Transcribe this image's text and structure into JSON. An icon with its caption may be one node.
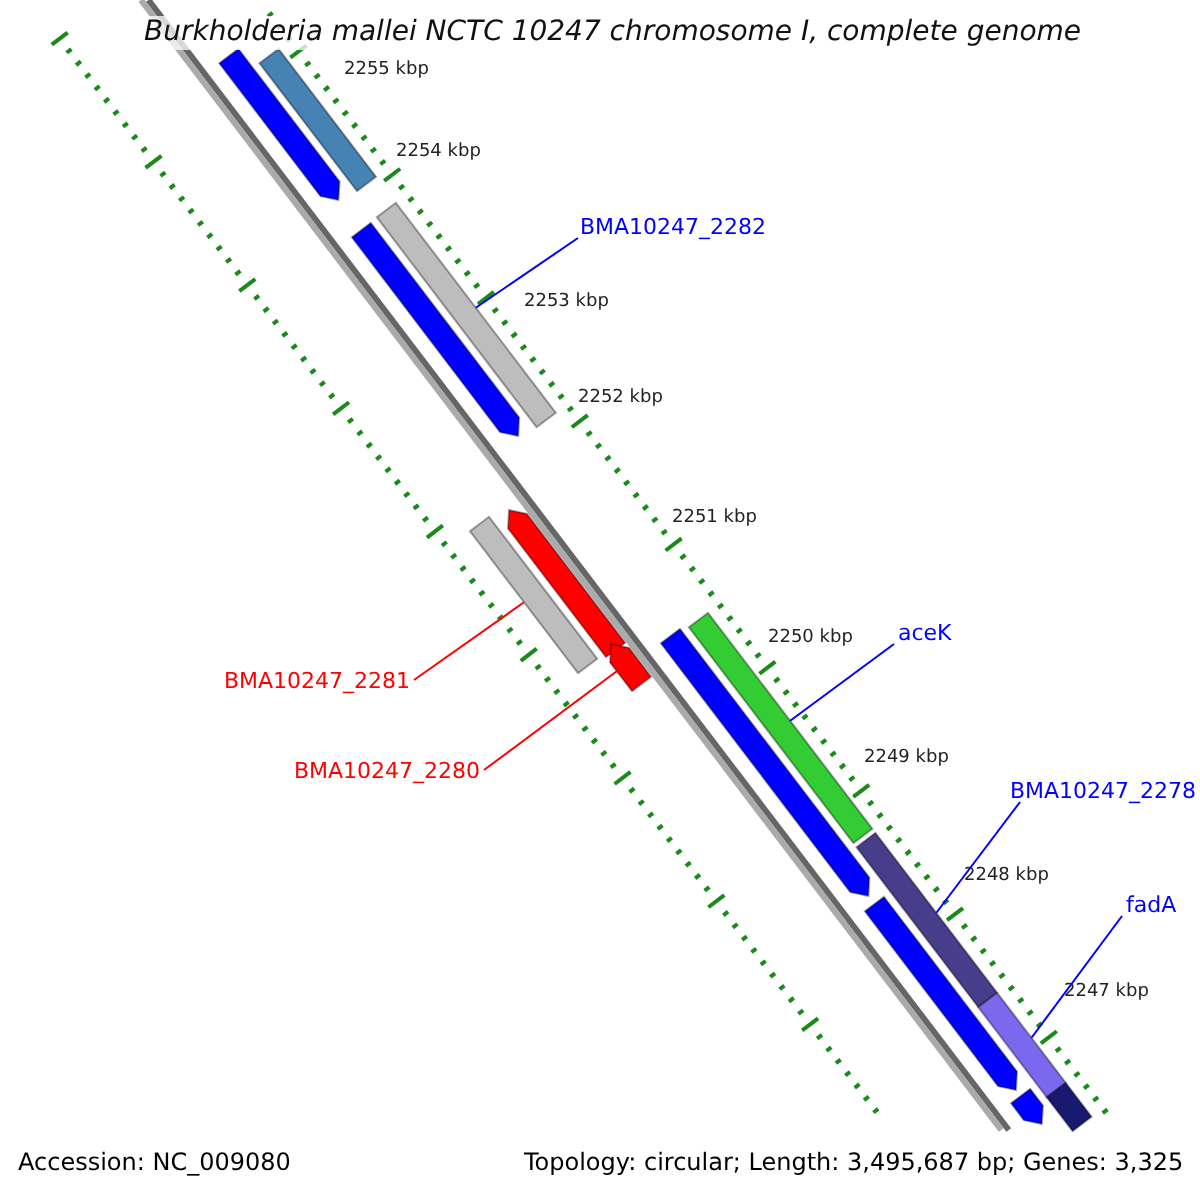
{
  "diagram": {
    "title": "Burkholderia mallei NCTC 10247 chromosome I, complete genome",
    "nodes": [
      {
        "text": [
          "BMA10247_2282"
        ]
      },
      {
        "text": [],
        "shape": "bar"
      },
      {
        "text": [
          "BMA10247_2281"
        ]
      },
      {
        "text": [],
        "shape": "bar"
      },
      {
        "text": [
          "aceK"
        ]
      },
      {
        "text": [],
        "shape": "bar"
      },
      {
        "text": [
          "BMA10247_2280"
        ]
      },
      {
        "text": [],
        "shape": "bar"
      },
      {
        "text": [
          "BMA10247_2278"
        ]
      },
      {
        "text": [],
        "shape": "bar"
      },
      {
        "text": [
          "fadA"
        ]
      },
      {
        "text": [],
        "shape": "bar"
      },
      {
        "text": [],
        "shape": "bar"
      },
      {
        "text": [],
        "shape": "bar"
      },
      {
        "text": [],
        "shape": "bar"
      },
      {
        "text": [],
        "shape": "bar"
      },
      {
        "text": [],
        "shape": "bar"
      },
      {
        "text": [],
        "shape": "bar"
      },
      {
        "text": [],
        "shape": "bar"
      },
      {
        "text": [],
        "shape": "bar"
      }
    ],
    "edges": [
      {
        "from": 0,
        "to": 1,
        "arrow": "none"
      },
      {
        "from": 2,
        "to": 3,
        "arrow": "none",
        "color": "#ff0000"
      },
      {
        "from": 4,
        "to": 5,
        "arrow": "none"
      },
      {
        "from": 6,
        "to": 7,
        "arrow": "none",
        "color": "#ff0000"
      },
      {
        "from": 8,
        "to": 9,
        "arrow": "none"
      },
      {
        "from": 10,
        "to": 11,
        "arrow": "none"
      }
    ],
    "labels": [
      "2255 kbp",
      "2254 kbp",
      "2253 kbp",
      "2252 kbp",
      "2251 kbp",
      "2250 kbp",
      "2249 kbp",
      "2248 kbp",
      "2247 kbp",
      "Accession: NC_009080",
      "Topology: circular; Length: 3,495,687 bp; Genes: 3,325"
    ]
  }
}
